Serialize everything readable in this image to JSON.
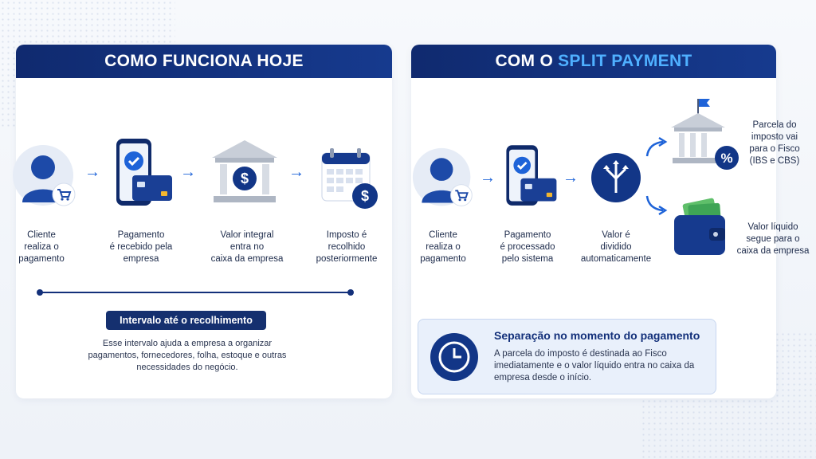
{
  "left": {
    "title": "COMO FUNCIONA HOJE",
    "steps": [
      {
        "icon": "customer-cart-icon",
        "caption": "Cliente\nrealiza o\npagamento"
      },
      {
        "icon": "phone-card-icon",
        "caption": "Pagamento\né recebido pela\nempresa"
      },
      {
        "icon": "bank-dollar-icon",
        "caption": "Valor integral\nentra no\ncaixa da empresa"
      },
      {
        "icon": "calendar-dollar-icon",
        "caption": "Imposto é\nrecolhido\nposteriormente"
      }
    ],
    "interval_label": "Intervalo até o recolhimento",
    "interval_note": "Esse intervalo ajuda a empresa a organizar pagamentos, fornecedores, folha, estoque e outras necessidades do negócio."
  },
  "right": {
    "title_prefix": "COM O",
    "title_accent": "SPLIT PAYMENT",
    "steps": [
      {
        "icon": "customer-cart-icon",
        "caption": "Cliente\nrealiza o\npagamento"
      },
      {
        "icon": "phone-card-icon",
        "caption": "Pagamento\né processado\npelo sistema"
      },
      {
        "icon": "split-arrows-icon",
        "caption": "Valor é\ndividido\nautomaticamente"
      }
    ],
    "outcomes": [
      {
        "icon": "bank-percent-icon",
        "caption": "Parcela do\nimposto vai\npara o Fisco\n(IBS e CBS)"
      },
      {
        "icon": "wallet-cash-icon",
        "caption": "Valor líquido\nsegue para o\ncaixa da empresa"
      }
    ],
    "separation_title": "Separação no momento do pagamento",
    "separation_desc": "A parcela do imposto é destinada ao Fisco imediatamente e o valor líquido entra no caixa da empresa desde o início."
  },
  "colors": {
    "navy": "#13307a",
    "accent": "#4fb0ff",
    "arrow": "#1e63d8"
  }
}
